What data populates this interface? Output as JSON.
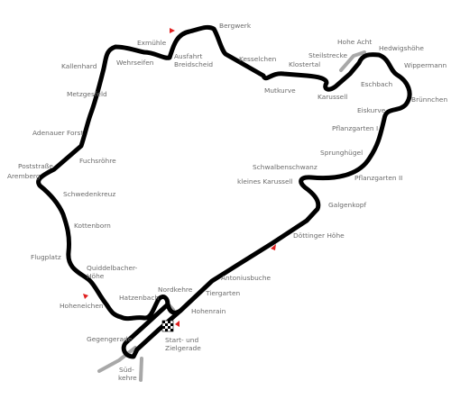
{
  "colors": {
    "track": "#000000",
    "old_track": "#a8a8a8",
    "label": "#6a6a6a",
    "marker": "#e02020"
  },
  "icons": {
    "start_finish": "checkered-flag-icon",
    "sector_marker": "red-triangle-icon"
  },
  "labels": {
    "bergwerk": "Bergwerk",
    "exmuehle": "Exmühle",
    "ausfahrt_1": "Ausfahrt",
    "ausfahrt_2": "Breidscheid",
    "kesselchen": "Kesselchen",
    "steilstrecke": "Steilstrecke",
    "hohe_acht": "Hohe Acht",
    "hedwigshoehe": "Hedwigshöhe",
    "wippermann": "Wippermann",
    "kallenhard": "Kallenhard",
    "wehrseifen": "Wehrseifen",
    "klostertal": "Klostertal",
    "mutkurve": "Mutkurve",
    "karussell": "Karussell",
    "eschbach": "Eschbach",
    "bruennchen": "Brünnchen",
    "metzgesfeld": "Metzgesfeld",
    "eiskurve": "Eiskurve",
    "adenauer_forst": "Adenauer Forst",
    "pflanzgarten_1": "Pflanzgarten I",
    "fuchsroehre": "Fuchsröhre",
    "poststrasse": "Poststraße",
    "sprunghuegel": "Sprunghügel",
    "schwalbenschwanz": "Schwalbenschwanz",
    "aremberg": "Aremberg",
    "pflanzgarten_2": "Pflanzgarten II",
    "kleines_karussell": "kleines Karussell",
    "schwedenkreuz": "Schwedenkreuz",
    "galgenkopf": "Galgenkopf",
    "kottenborn": "Kottenborn",
    "doettinger_hoehe": "Döttinger Höhe",
    "flugplatz": "Flugplatz",
    "quiddelbacher_1": "Quiddelbacher-",
    "quiddelbacher_2": "Höhe",
    "antoniusbuche": "Antoniusbuche",
    "nordkehre": "Nordkehre",
    "tiergarten": "Tiergarten",
    "hatzenbach": "Hatzenbach",
    "hoheneichen": "Hoheneichen",
    "hohenrain": "Hohenrain",
    "gegengerade": "Gegengerade",
    "start_ziel_1": "Start- und",
    "start_ziel_2": "Zielgerade",
    "suedkehre_1": "Süd-",
    "suedkehre_2": "kehre"
  }
}
